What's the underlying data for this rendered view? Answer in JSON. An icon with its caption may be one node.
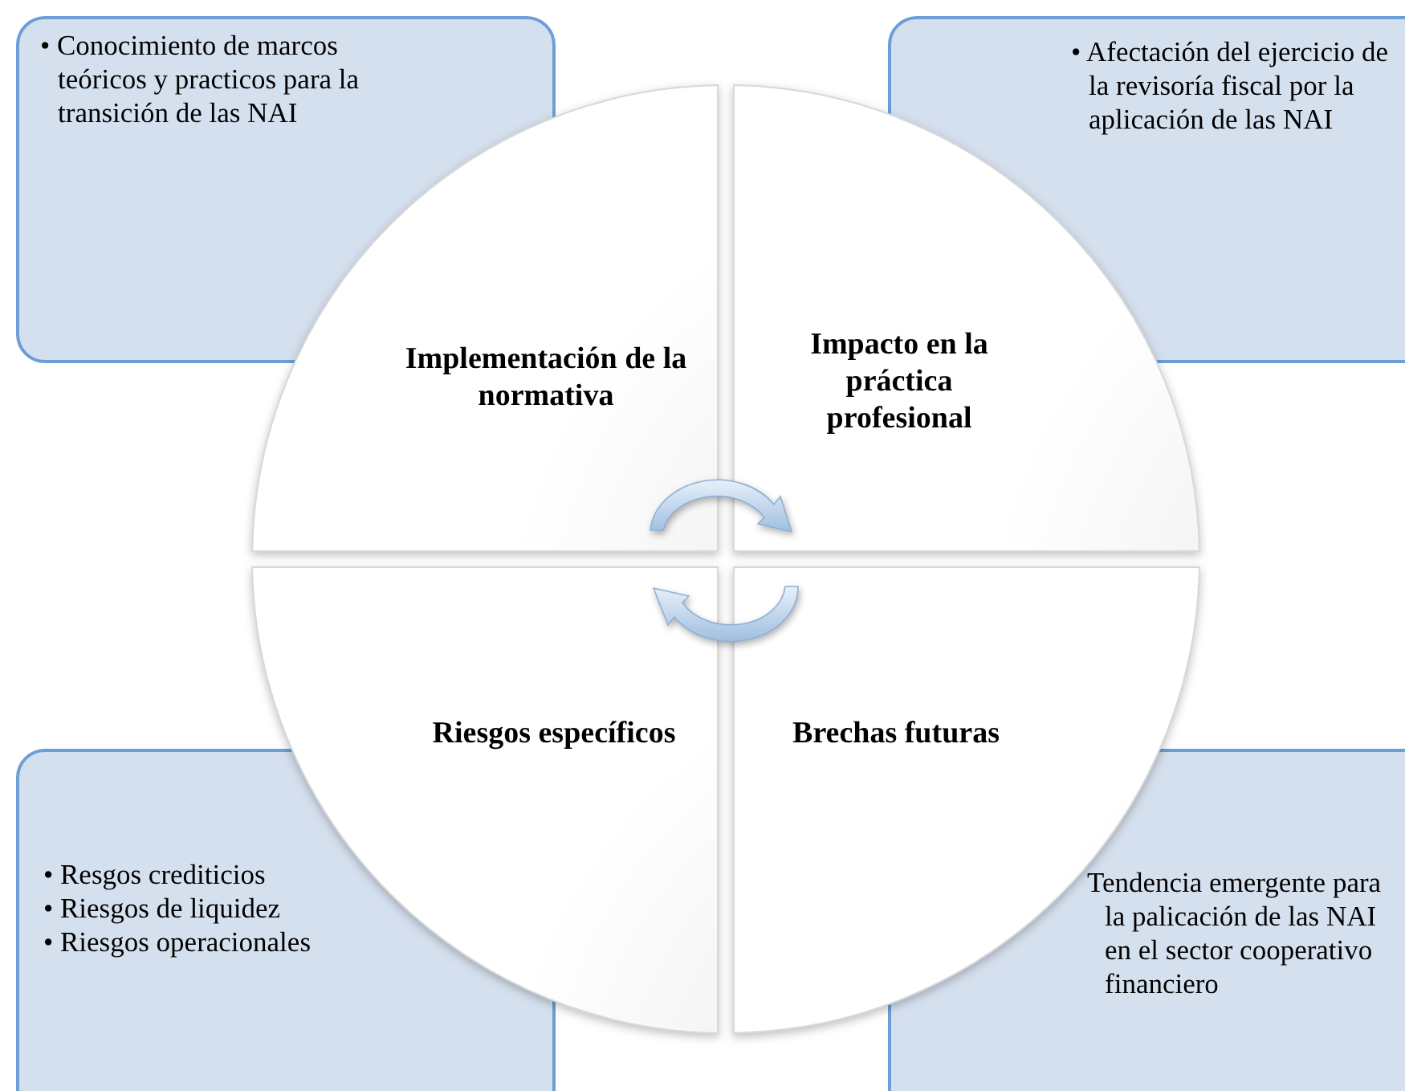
{
  "diagram": {
    "nodes": [
      {
        "text": [
          "• Conocimiento de marcos teóricos y practicos para la transición de las NAI"
        ]
      },
      {
        "text": [
          "• Afectación del ejercicio de la revisoría fiscal por la aplicación de las NAI"
        ]
      },
      {
        "text": [
          "Implementación de la normativa"
        ]
      },
      {
        "text": [
          "Impacto en la práctica profesional"
        ]
      },
      {
        "text": [
          "Riesgos específicos"
        ]
      },
      {
        "text": [
          "Brechas futuras"
        ]
      },
      {
        "text": [
          "• Resgos crediticios",
          "• Riesgos de liquidez",
          "• Riesgos operacionales"
        ]
      },
      {
        "text": [
          "Tendencia emergente para la palicación de las NAI en el sector cooperativo financiero"
        ]
      }
    ]
  }
}
